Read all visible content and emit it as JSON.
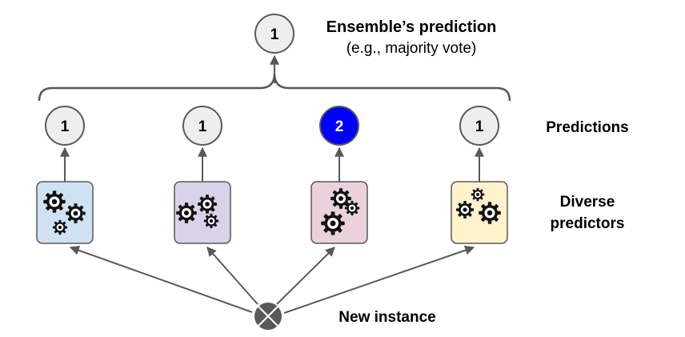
{
  "ensemble": {
    "value": "1",
    "title": "Ensemble’s prediction",
    "subtitle": "(e.g., majority vote)"
  },
  "labels": {
    "predictions": "Predictions",
    "predictors_line1": "Diverse",
    "predictors_line2": "predictors",
    "new_instance": "New instance"
  },
  "predictors": [
    {
      "prediction": "1",
      "box_color": "#cfe2f3",
      "circle_fill": "#eeeeee",
      "text_color": "#000000",
      "icon": "gears-icon"
    },
    {
      "prediction": "1",
      "box_color": "#d9d2e9",
      "circle_fill": "#eeeeee",
      "text_color": "#000000",
      "icon": "gears-icon"
    },
    {
      "prediction": "2",
      "box_color": "#ead1dc",
      "circle_fill": "#0000ff",
      "text_color": "#ffffff",
      "icon": "gears-icon"
    },
    {
      "prediction": "1",
      "box_color": "#fff2cc",
      "circle_fill": "#eeeeee",
      "text_color": "#000000",
      "icon": "gears-icon"
    }
  ],
  "colors": {
    "arrow": "#595959",
    "circle_stroke": "#595959",
    "box_stroke": "#595959",
    "instance_node": "#595959"
  }
}
